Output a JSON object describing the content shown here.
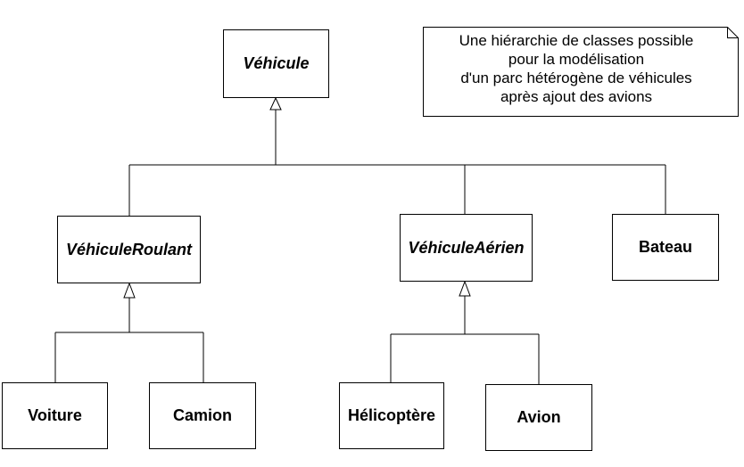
{
  "diagram": {
    "classes": {
      "vehicule": "Véhicule",
      "vehicule_roulant": "VéhiculeRoulant",
      "vehicule_aerien": "VéhiculeAérien",
      "bateau": "Bateau",
      "voiture": "Voiture",
      "camion": "Camion",
      "helicoptere": "Hélicoptère",
      "avion": "Avion"
    },
    "abstract_classes": [
      "Véhicule",
      "VéhiculeRoulant",
      "VéhiculeAérien"
    ],
    "inheritance": [
      {
        "child": "VéhiculeRoulant",
        "parent": "Véhicule"
      },
      {
        "child": "VéhiculeAérien",
        "parent": "Véhicule"
      },
      {
        "child": "Bateau",
        "parent": "Véhicule"
      },
      {
        "child": "Voiture",
        "parent": "VéhiculeRoulant"
      },
      {
        "child": "Camion",
        "parent": "VéhiculeRoulant"
      },
      {
        "child": "Hélicoptère",
        "parent": "VéhiculeAérien"
      },
      {
        "child": "Avion",
        "parent": "VéhiculeAérien"
      }
    ],
    "note": {
      "lines": [
        "Une hiérarchie de classes possible",
        "pour la modélisation",
        "d'un parc hétérogène de véhicules",
        "après ajout des avions"
      ]
    }
  }
}
